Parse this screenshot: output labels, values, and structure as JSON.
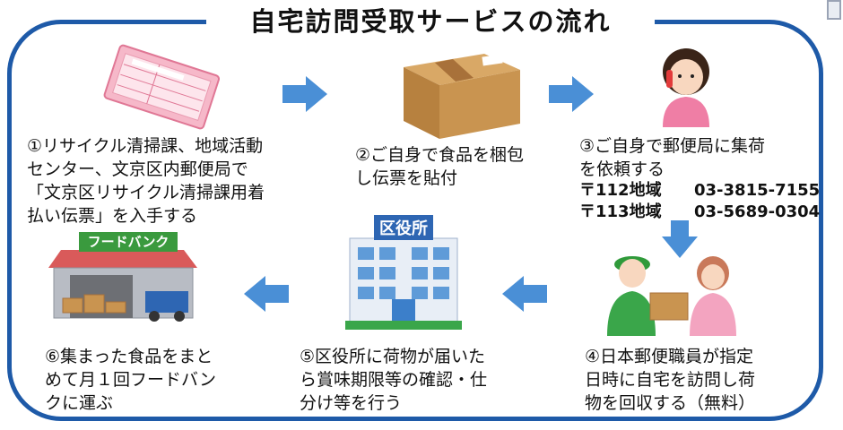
{
  "title": "自宅訪問受取サービスの流れ",
  "steps": {
    "s1": "①リサイクル清掃課、地域活動\nセンター、文京区内郵便局で\n「文京区リサイクル清掃課用着\n払い伝票」を入手する",
    "s2": "②ご自身で食品を梱包\nし伝票を貼付",
    "s3": "③ご自身で郵便局に集荷\nを依頼する",
    "s4": "④日本郵便職員が指定\n日時に自宅を訪問し荷\n物を回収する（無料）",
    "s5": "⑤区役所に荷物が届いた\nら賞味期限等の確認・仕\n分け等を行う",
    "s6": "⑥集まった食品をまと\nめて月１回フードバン\nクに運ぶ"
  },
  "phones": [
    {
      "area": "〒112地域",
      "number": "03-3815-7155"
    },
    {
      "area": "〒113地域",
      "number": "03-5689-0304"
    }
  ],
  "signs": {
    "foodbank": "フードバンク",
    "cityhall": "区役所"
  },
  "colors": {
    "frame": "#1e5aa8",
    "arrow": "#4a8fd6"
  }
}
